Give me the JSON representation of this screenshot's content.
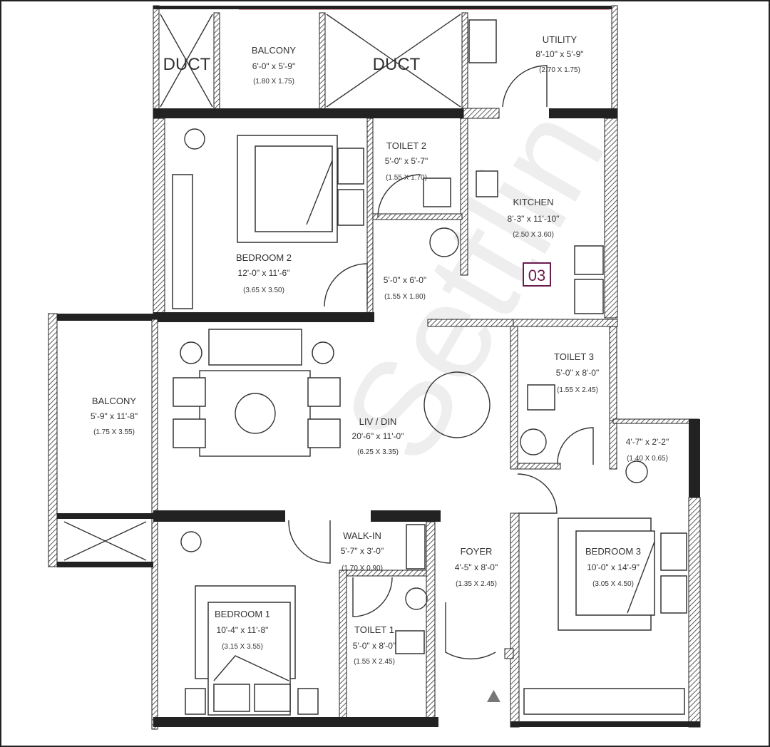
{
  "plan": {
    "unit_tag": "03",
    "watermark": "Settlin",
    "colors": {
      "wall": "#222222",
      "glazing": "#e6a0a8",
      "unit_tag": "#6a1b4d",
      "watermark": "#eeeeee"
    },
    "rooms": {
      "duct1": {
        "name": "DUCT"
      },
      "duct2": {
        "name": "DUCT"
      },
      "balcony_top": {
        "name": "BALCONY",
        "dim": "6'-0\" x 5'-9\"",
        "metric": "(1.80 X 1.75)"
      },
      "utility": {
        "name": "UTILITY",
        "dim": "8'-10\" x 5'-9\"",
        "metric": "(2.70 X 1.75)"
      },
      "bedroom2": {
        "name": "BEDROOM 2",
        "dim": "12'-0\" x 11'-6\"",
        "metric": "(3.65 X 3.50)"
      },
      "toilet2": {
        "name": "TOILET 2",
        "dim": "5'-0\" x 5'-7\"",
        "metric": "(1.55 X 1.70)"
      },
      "kitchen": {
        "name": "KITCHEN",
        "dim": "8'-3\" x 11'-10\"",
        "metric": "(2.50 X 3.60)"
      },
      "passage": {
        "dim": "5'-0\" x 6'-0\"",
        "metric": "(1.55 X 1.80)"
      },
      "balcony_left": {
        "name": "BALCONY",
        "dim": "5'-9\" x 11'-8\"",
        "metric": "(1.75 X 3.55)"
      },
      "livdin": {
        "name": "LIV / DIN",
        "dim": "20'-6\" x 11'-0\"",
        "metric": "(6.25 X 3.35)"
      },
      "toilet3": {
        "name": "TOILET 3",
        "dim": "5'-0\" x 8'-0\"",
        "metric": "(1.55 X 2.45)"
      },
      "niche": {
        "dim": "4'-7\" x 2'-2\"",
        "metric": "(1.40 X 0.65)"
      },
      "bedroom3": {
        "name": "BEDROOM 3",
        "dim": "10'-0\" x 14'-9\"",
        "metric": "(3.05 X 4.50)"
      },
      "walkin": {
        "name": "WALK-IN",
        "dim": "5'-7\" x 3'-0\"",
        "metric": "(1.70 X 0.90)"
      },
      "foyer": {
        "name": "FOYER",
        "dim": "4'-5\" x 8'-0\"",
        "metric": "(1.35 X 2.45)"
      },
      "bedroom1": {
        "name": "BEDROOM 1",
        "dim": "10'-4\" x 11'-8\"",
        "metric": "(3.15 X 3.55)"
      },
      "toilet1": {
        "name": "TOILET 1",
        "dim": "5'-0\" x 8'-0\"",
        "metric": "(1.55 X 2.45)"
      }
    }
  }
}
